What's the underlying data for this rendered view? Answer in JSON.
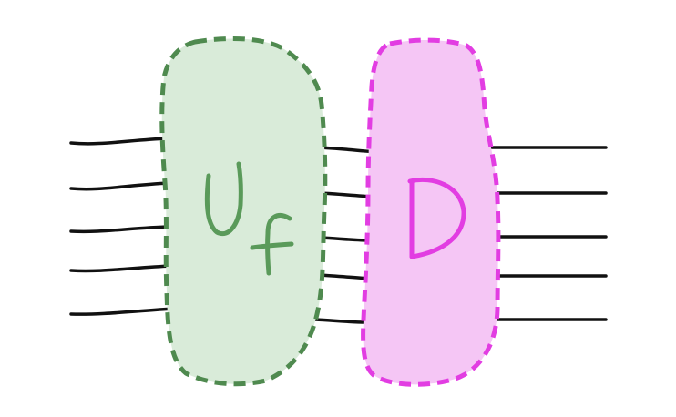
{
  "diagram": {
    "colors": {
      "wire": "#111111",
      "uf_fill": "#d9ebd9",
      "uf_stroke": "#4f8a4f",
      "uf_text": "#5a9a5a",
      "d_fill": "#f5c6f5",
      "d_stroke": "#e23de2",
      "d_text": "#e23de2",
      "background": "#ffffff"
    },
    "uf_gate": {
      "label_main": "U",
      "label_sub": "f"
    },
    "d_gate": {
      "label": "D"
    },
    "wires": {
      "input_count": 5,
      "middle_count": 5,
      "output_count": 5
    }
  }
}
